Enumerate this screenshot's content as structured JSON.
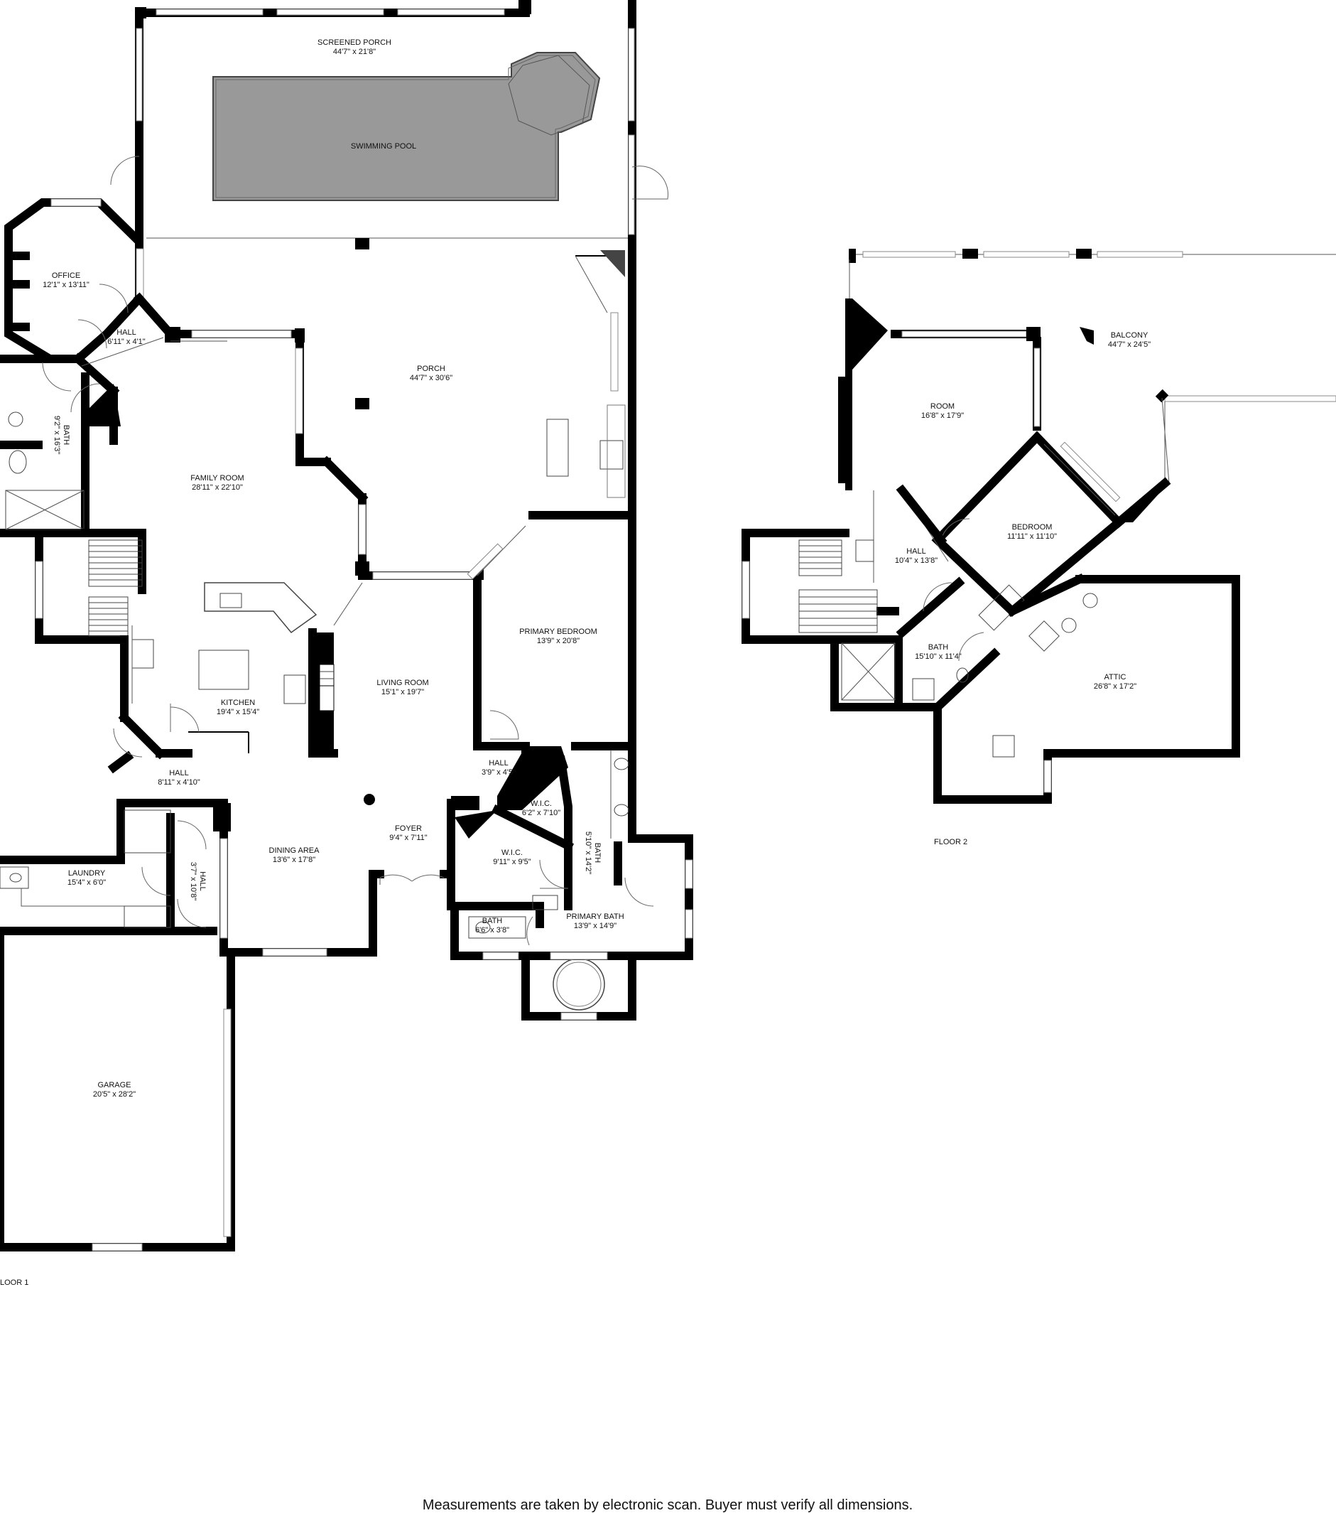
{
  "rooms_floor1": [
    {
      "name": "SCREENED PORCH",
      "dims": "44'7\" x 21'8\""
    },
    {
      "name": "SWIMMING POOL",
      "dims": ""
    },
    {
      "name": "OFFICE",
      "dims": "12'1\" x 13'11\""
    },
    {
      "name": "HALL",
      "dims": "6'11\" x 4'1\""
    },
    {
      "name": "PORCH",
      "dims": "44'7\" x 30'6\""
    },
    {
      "name": "BATH",
      "dims": "9'2\" x 16'3\""
    },
    {
      "name": "FAMILY ROOM",
      "dims": "28'11\" x 22'10\""
    },
    {
      "name": "PRIMARY BEDROOM",
      "dims": "13'9\" x 20'8\""
    },
    {
      "name": "LIVING ROOM",
      "dims": "15'1\" x 19'7\""
    },
    {
      "name": "KITCHEN",
      "dims": "19'4\" x 15'4\""
    },
    {
      "name": "HALL",
      "dims": "3'9\" x 4'5\""
    },
    {
      "name": "HALL",
      "dims": "8'11\" x 4'10\""
    },
    {
      "name": "W.I.C.",
      "dims": "6'2\" x 7'10\""
    },
    {
      "name": "FOYER",
      "dims": "9'4\" x 7'11\""
    },
    {
      "name": "DINING AREA",
      "dims": "13'6\" x 17'8\""
    },
    {
      "name": "W.I.C.",
      "dims": "9'11\" x 9'5\""
    },
    {
      "name": "BATH",
      "dims": "5'10\" x 14'2\""
    },
    {
      "name": "LAUNDRY",
      "dims": "15'4\" x 6'0\""
    },
    {
      "name": "HALL",
      "dims": "3'7\" x 10'8\""
    },
    {
      "name": "BATH",
      "dims": "6'6\" x 3'8\""
    },
    {
      "name": "PRIMARY BATH",
      "dims": "13'9\" x 14'9\""
    },
    {
      "name": "GARAGE",
      "dims": "20'5\" x 28'2\""
    }
  ],
  "rooms_floor2": [
    {
      "name": "BALCONY",
      "dims": "44'7\" x 24'5\""
    },
    {
      "name": "ROOM",
      "dims": "16'8\" x 17'9\""
    },
    {
      "name": "BEDROOM",
      "dims": "11'11\" x 11'10\""
    },
    {
      "name": "HALL",
      "dims": "10'4\" x 13'8\""
    },
    {
      "name": "BATH",
      "dims": "15'10\" x 11'4\""
    },
    {
      "name": "ATTIC",
      "dims": "26'8\" x 17'2\""
    }
  ],
  "floor_labels": {
    "floor1": "LOOR 1",
    "floor2": "FLOOR 2"
  },
  "footer": "Measurements are taken by electronic scan. Buyer must verify all dimensions.",
  "colors": {
    "wall": "#000000",
    "pool": "#999999",
    "background": "#ffffff"
  }
}
